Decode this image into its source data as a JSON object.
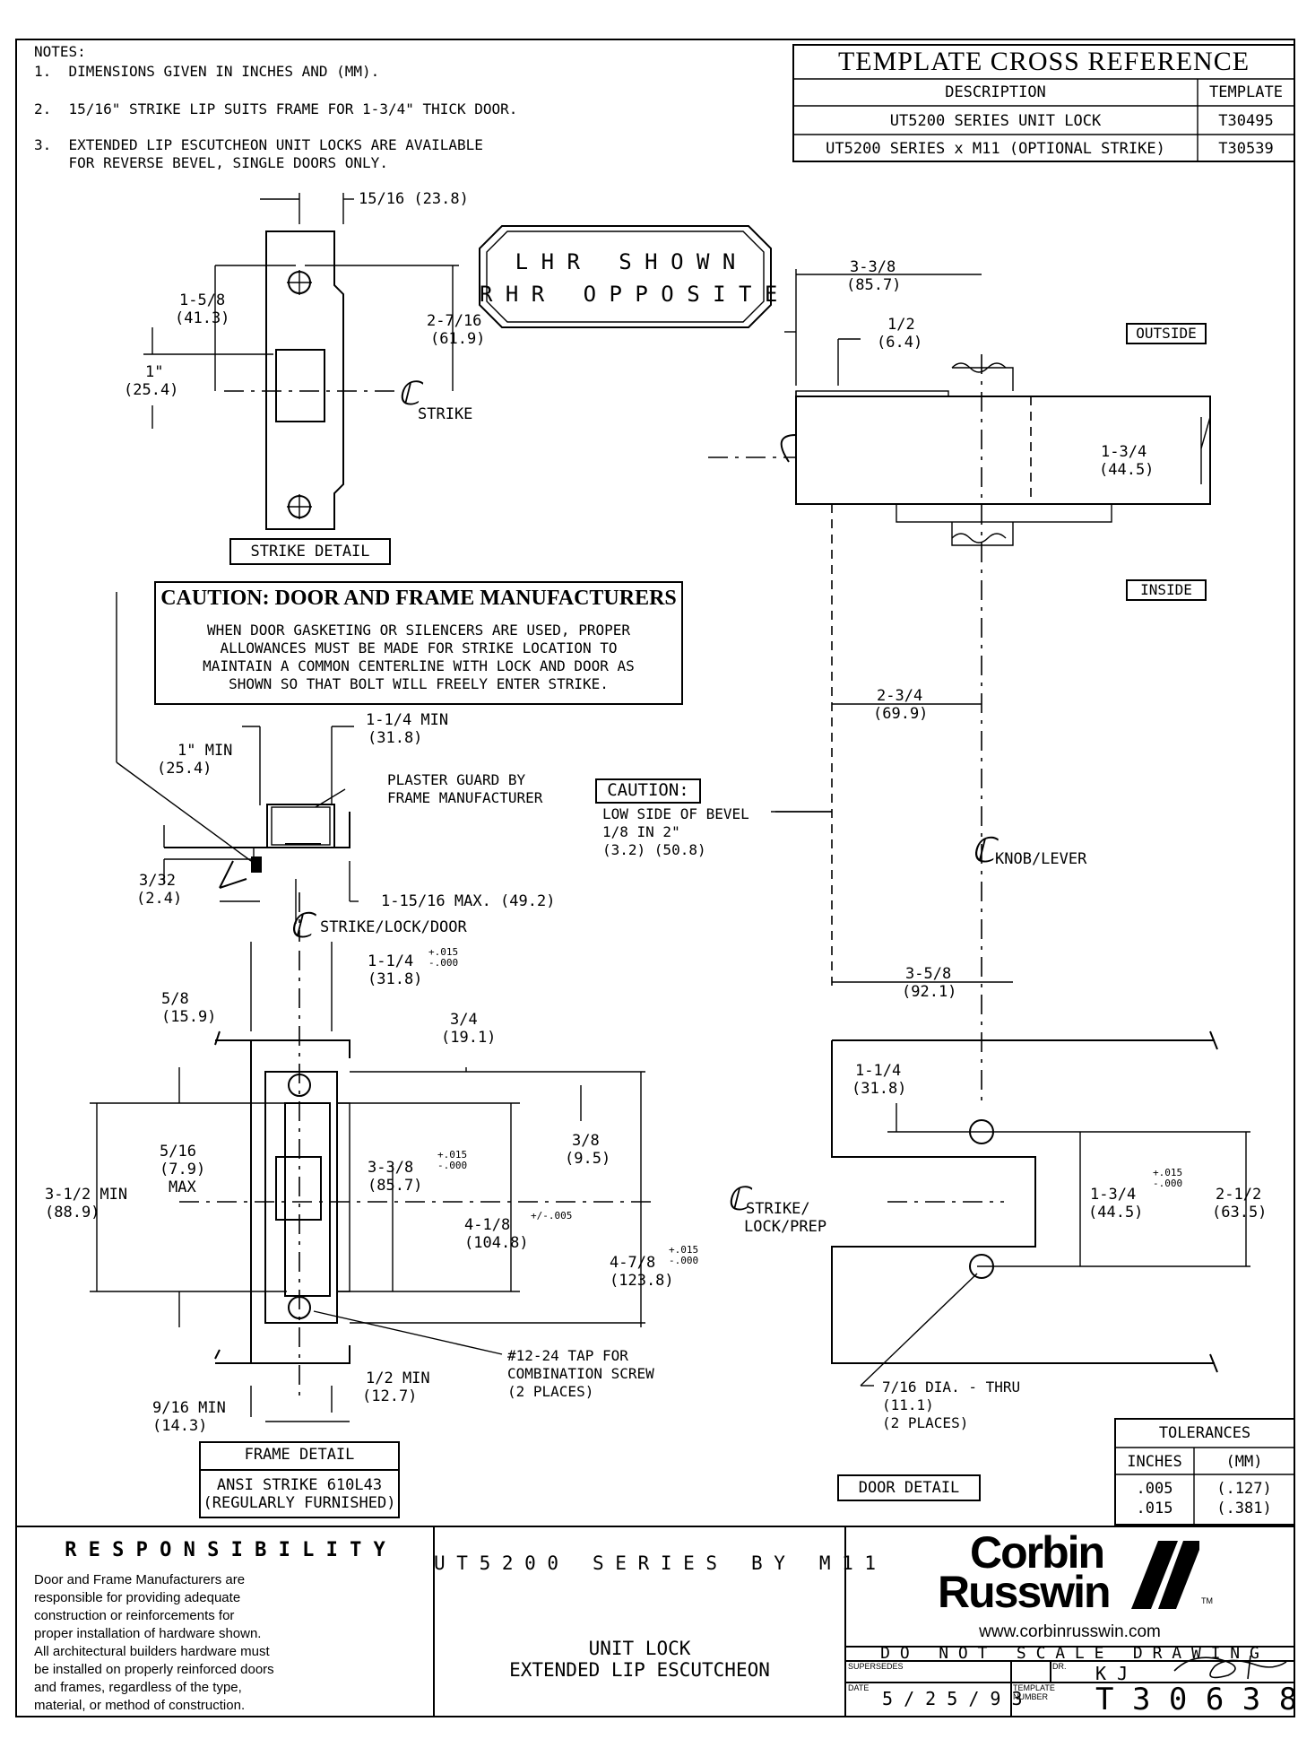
{
  "notes": {
    "heading": "NOTES:",
    "items": [
      "1.  DIMENSIONS GIVEN IN INCHES AND (MM).",
      "2.  15/16\" STRIKE LIP SUITS FRAME FOR 1-3/4\" THICK DOOR.",
      "3.  EXTENDED LIP ESCUTCHEON UNIT LOCKS ARE AVAILABLE",
      "    FOR REVERSE BEVEL, SINGLE DOORS ONLY."
    ]
  },
  "cross_reference": {
    "title": "TEMPLATE CROSS REFERENCE",
    "headers": [
      "DESCRIPTION",
      "TEMPLATE"
    ],
    "rows": [
      [
        "UT5200 SERIES UNIT LOCK",
        "T30495"
      ],
      [
        "UT5200 SERIES x M11 (OPTIONAL STRIKE)",
        "T30539"
      ]
    ]
  },
  "handing": {
    "line1": "L H R   S H O W N",
    "line2": "R H R   O P P O S I T E"
  },
  "strike_detail": {
    "label": "STRIKE DETAIL",
    "dim_lip": "15/16 (23.8)",
    "dim_a": "1-5/8",
    "dim_a_mm": "(41.3)",
    "dim_b": "2-7/16",
    "dim_b_mm": "(61.9)",
    "dim_c": "1\"",
    "dim_c_mm": "(25.4)",
    "cl_strike": "STRIKE"
  },
  "caution_box": {
    "title": "CAUTION:  DOOR AND FRAME MANUFACTURERS",
    "lines": [
      "WHEN DOOR GASKETING OR SILENCERS ARE USED, PROPER",
      "ALLOWANCES MUST BE MADE FOR STRIKE LOCATION TO",
      "MAINTAIN A COMMON CENTERLINE WITH LOCK AND DOOR AS",
      "SHOWN SO THAT BOLT WILL FREELY ENTER STRIKE."
    ]
  },
  "section_view": {
    "dim_min": "1-1/4 MIN",
    "dim_min_mm": "(31.8)",
    "dim_1min": "1\" MIN",
    "dim_1min_mm": "(25.4)",
    "plaster": "PLASTER GUARD BY",
    "plaster2": "FRAME MANUFACTURER",
    "dim_332": "3/32",
    "dim_332_mm": "(2.4)",
    "dim_max": "1-15/16 MAX. (49.2)",
    "cl_label": "STRIKE/LOCK/DOOR"
  },
  "bevel_caution": {
    "title": "CAUTION:",
    "lines": [
      "LOW SIDE OF BEVEL",
      "1/8 IN 2\"",
      "(3.2) (50.8)"
    ]
  },
  "door_top": {
    "dim_338": "3-3/8",
    "dim_338_mm": "(85.7)",
    "dim_12": "1/2",
    "dim_12_mm": "(6.4)",
    "outside": "OUTSIDE",
    "inside": "INSIDE",
    "dim_134": "1-3/4",
    "dim_134_mm": "(44.5)",
    "dim_234": "2-3/4",
    "dim_234_mm": "(69.9)",
    "cl_knob": "KNOB/LEVER",
    "dim_358": "3-5/8",
    "dim_358_mm": "(92.1)"
  },
  "frame_detail": {
    "dim_114": "1-1/4",
    "dim_114_tol": "+.015\n-.000",
    "dim_114_mm": "(31.8)",
    "dim_58": "5/8",
    "dim_58_mm": "(15.9)",
    "dim_34": "3/4",
    "dim_34_mm": "(19.1)",
    "dim_38": "3/8",
    "dim_38_mm": "(9.5)",
    "dim_516": "5/16",
    "dim_516_mm": "(7.9)",
    "dim_516_max": "MAX",
    "dim_312": "3-1/2 MIN",
    "dim_312_mm": "(88.9)",
    "dim_338": "3-3/8",
    "dim_338_tol": "+.015\n-.000",
    "dim_338_mm": "(85.7)",
    "dim_418": "4-1/8",
    "dim_418_tol": "+/-.005",
    "dim_418_mm": "(104.8)",
    "dim_478": "4-7/8",
    "dim_478_tol": "+.015\n-.000",
    "dim_478_mm": "(123.8)",
    "cl_label1": "STRIKE/",
    "cl_label2": "LOCK/PREP",
    "tap1": "#12-24 TAP FOR",
    "tap2": "COMBINATION SCREW",
    "tap3": "(2 PLACES)",
    "dim_12min": "1/2 MIN",
    "dim_12min_mm": "(12.7)",
    "dim_916": "9/16 MIN",
    "dim_916_mm": "(14.3)",
    "label": "FRAME DETAIL",
    "ansi1": "ANSI STRIKE 610L43",
    "ansi2": "(REGULARLY FURNISHED)"
  },
  "door_detail": {
    "dim_114": "1-1/4",
    "dim_114_mm": "(31.8)",
    "dim_134": "1-3/4",
    "dim_134_tol": "+.015\n-.000",
    "dim_134_mm": "(44.5)",
    "dim_212": "2-1/2",
    "dim_212_mm": "(63.5)",
    "hole1": "7/16 DIA. - THRU",
    "hole2": "(11.1)",
    "hole3": "(2 PLACES)",
    "label": "DOOR DETAIL"
  },
  "tolerances": {
    "title": "TOLERANCES",
    "headers": [
      "INCHES",
      "(MM)"
    ],
    "rows": [
      [
        ".005",
        "(.127)"
      ],
      [
        ".015",
        "(.381)"
      ]
    ]
  },
  "responsibility": {
    "title": "R E S P O N S I B I L I T Y",
    "lines": [
      "Door and Frame Manufacturers are",
      "responsible for providing adequate",
      "construction or reinforcements for",
      "proper installation of hardware shown.",
      "All architectural builders hardware must",
      "be installed on properly reinforced doors",
      "and frames, regardless of the type,",
      "material, or method of construction."
    ]
  },
  "title_block": {
    "series": "U T 5 2 0 0   S E R I E S   B Y   M 1 1",
    "desc1": "UNIT LOCK",
    "desc2": "EXTENDED LIP ESCUTCHEON",
    "brand1": "Corbin",
    "brand2": "Russwin",
    "tm": "TM",
    "url": "www.corbinrusswin.com",
    "noscale": "D O   N O T   S C A L E   D R A W I N G",
    "supersedes_label": "SUPERSEDES",
    "dr_label": "DR.",
    "dr_value": "K J",
    "date_label": "DATE",
    "date_value": "5 / 2 5 / 9 3",
    "template_label": "TEMPLATE\nNUMBER",
    "template_value": "T 3 0 6 3 8"
  }
}
